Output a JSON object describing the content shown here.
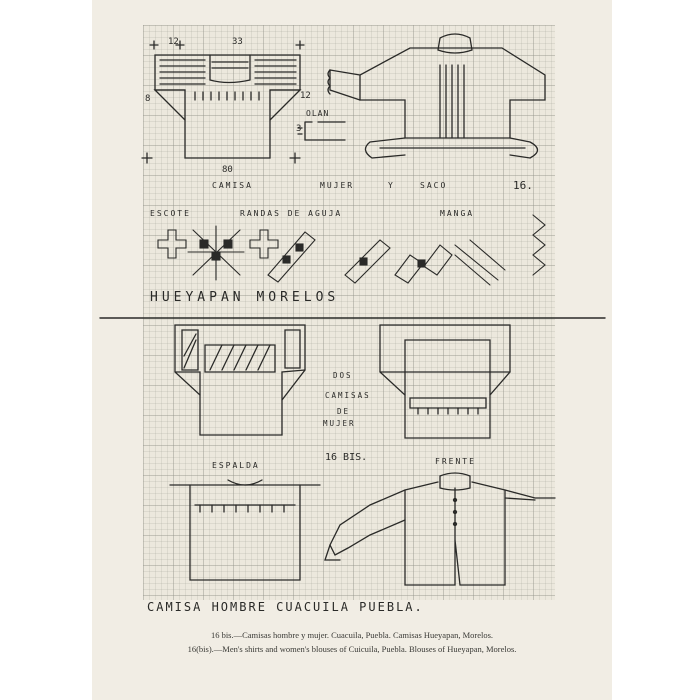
{
  "plate_top": {
    "dims": {
      "d12": "12",
      "d33": "33",
      "d12b": "12",
      "d8": "8",
      "d80": "80",
      "d3": "3"
    },
    "olan": "OLAN",
    "camisa": "CAMISA",
    "mujer": "MUJER",
    "y": "Y",
    "saco": "SACO",
    "plate_number": "16.",
    "escote": "ESCOTE",
    "randas": "RANDAS DE AGUJA",
    "manga": "MANGA",
    "place": "HUEYAPAN MORELOS"
  },
  "plate_bottom": {
    "dos": "DOS",
    "camisas": "CAMISAS",
    "de": "DE",
    "mujer": "MUJER",
    "plate_number": "16 BIS.",
    "espalda": "ESPALDA",
    "frente": "FRENTE",
    "title": "CAMISA HOMBRE CUACUILA PUEBLA."
  },
  "caption": {
    "line1": "16 bis.—Camisas hombre y mujer. Cuacuila, Puebla. Camisas Hueyapan, Morelos.",
    "line2": "16(bis).—Men's shirts and women's blouses of Cuicuila, Puebla. Blouses of Hueyapan, Morelos."
  },
  "colors": {
    "paper": "#f1ede4",
    "grid": "#ece8dd",
    "ink": "#2a2a28"
  }
}
